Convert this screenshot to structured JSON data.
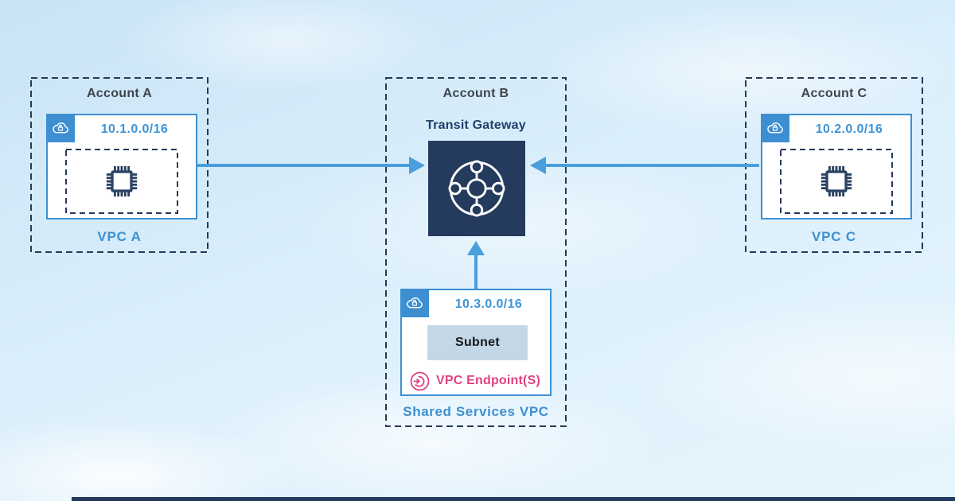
{
  "colors": {
    "navy": "#243b5e",
    "dashed_border": "#26395b",
    "vpc_blue": "#3d8fd1",
    "arrow_blue": "#4a9edc",
    "pink": "#e0417f",
    "subnet_bg": "#c4d7e6",
    "title_gray": "#3e444d",
    "tgw_text_navy": "#21406b"
  },
  "accounts": {
    "a": {
      "title": "Account A",
      "vpc": {
        "cidr": "10.1.0.0/16",
        "label": "VPC A"
      }
    },
    "b": {
      "title": "Account B",
      "transit_gateway_label": "Transit Gateway",
      "shared_vpc": {
        "cidr": "10.3.0.0/16",
        "subnet_label": "Subnet",
        "endpoint_label": "VPC Endpoint(S)",
        "label": "Shared Services VPC"
      }
    },
    "c": {
      "title": "Account C",
      "vpc": {
        "cidr": "10.2.0.0/16",
        "label": "VPC C"
      }
    }
  },
  "icons": {
    "vpc_tab": "cloud-lock-icon",
    "workload": "chip-icon",
    "hub": "transit-gateway-icon",
    "endpoint": "vpc-endpoint-icon"
  }
}
